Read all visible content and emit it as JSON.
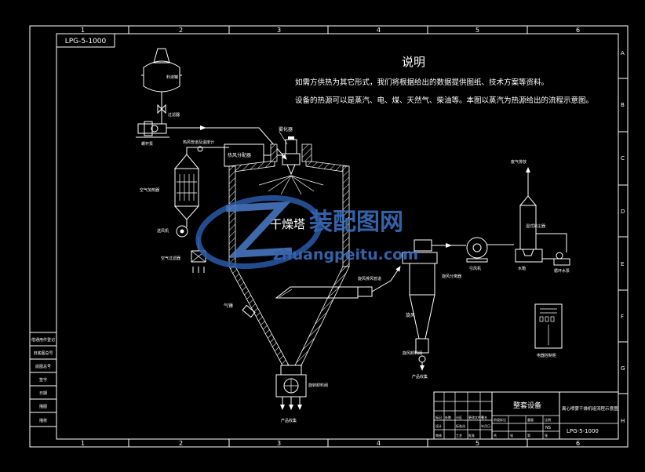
{
  "drawing_no": "LPG-5-1000",
  "grid": {
    "cols": [
      "1",
      "2",
      "3",
      "4",
      "5",
      "6"
    ],
    "rows": [
      "A",
      "B",
      "C",
      "D",
      "E",
      "F",
      "G",
      "H"
    ]
  },
  "notes": {
    "title": "说明",
    "line1": "如需方供热为其它形式，我们将根据给出的数据提供图纸、技术方案等资料。",
    "line2": "设备的热源可以是蒸汽、电、煤、天然气、柴油等。本图以蒸汽为热源给出的流程示意图。"
  },
  "labels": {
    "feed_tank": "料液罐",
    "filter": "过滤器",
    "pump": "螺杆泵",
    "atomizer": "雾化器",
    "air_distributor": "热风分配器",
    "air_pipe": "热风管道及温度计",
    "heater": "空气加热器",
    "fan_in": "送风机",
    "air_filter": "空气过滤器",
    "tower": "干燥塔",
    "hammer": "气锤",
    "outlet": "旋转卸料阀",
    "product_out": "产品收集",
    "duct": "旋风排风管道",
    "cyclone": "旋风分离器",
    "cyclone_valve": "旋风卸料阀",
    "cyclone_product": "产品收集",
    "cyclone_label": "旋风",
    "fan_out": "引风机",
    "exhaust": "废气排放",
    "scrubber": "湿式除尘器",
    "water_tank": "水箱",
    "water_pump": "循环水泵",
    "cabinet": "电器控制柜"
  },
  "watermark": {
    "brand": "装配图网",
    "url": "zhuangpeitu.com"
  },
  "title_block": {
    "title": "整套设备",
    "subtitle": "离心喷雾干燥机组流程示意图",
    "drawing_no": "LPG-5-1000",
    "scale": "NS",
    "cells": [
      "标记",
      "处数",
      "分区",
      "更改文件号",
      "签名",
      "年月日",
      "设计",
      "标准化",
      "阶段标记",
      "重量",
      "比例",
      "审核",
      "工艺",
      "批准",
      "共",
      "张",
      "第",
      "张"
    ]
  },
  "side_table": [
    "借通用件登记",
    "旧底图总号",
    "底图总号",
    "签字",
    "日期",
    "描图",
    "描校"
  ]
}
